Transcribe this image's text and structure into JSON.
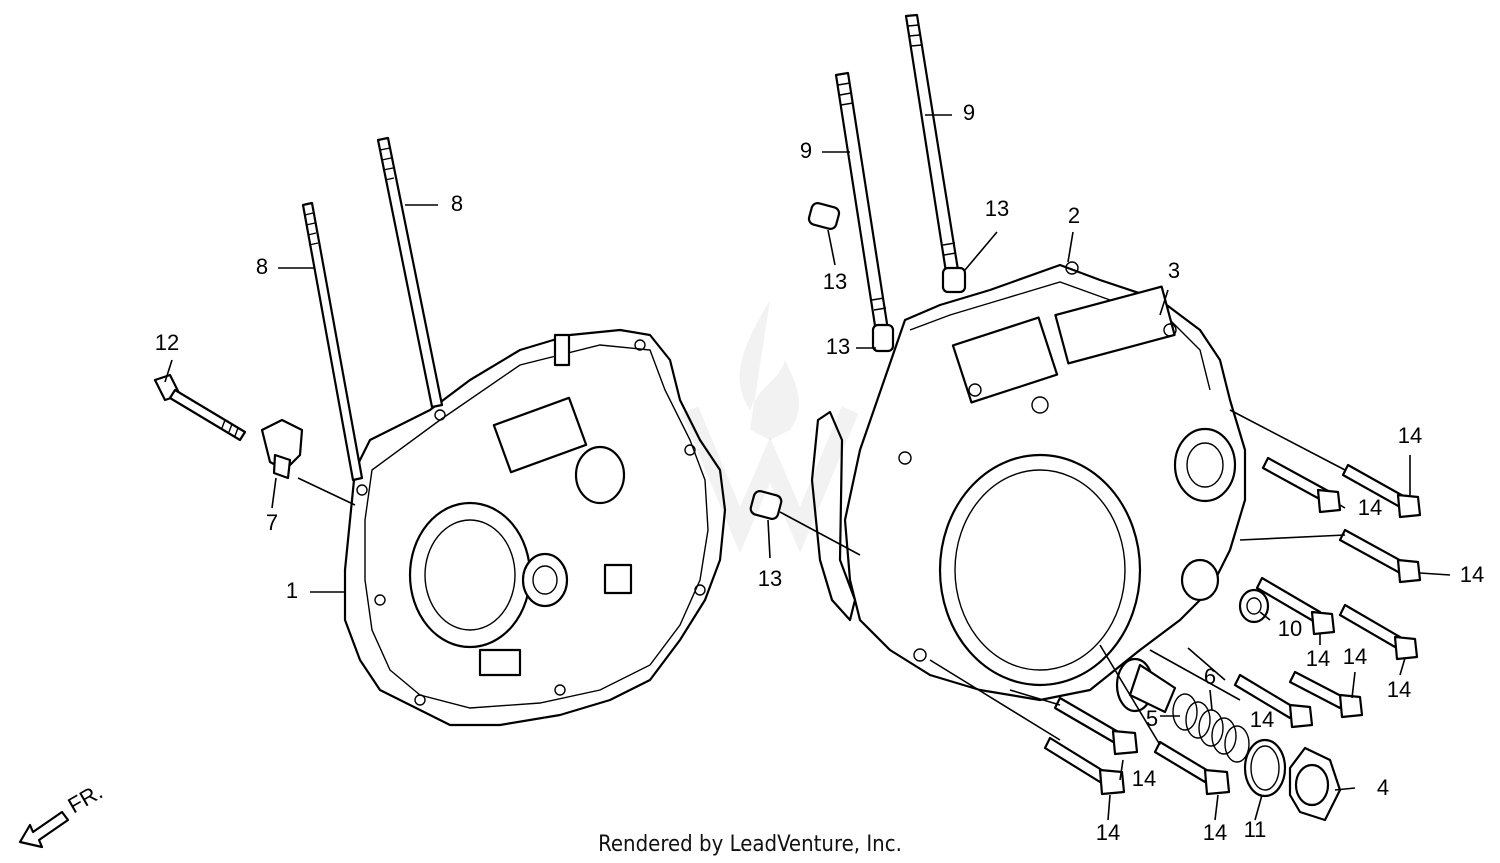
{
  "footer": "Rendered by LeadVenture, Inc.",
  "front_marker": "FR.",
  "callouts": [
    {
      "id": "c12",
      "text": "12"
    },
    {
      "id": "c8a",
      "text": "8"
    },
    {
      "id": "c8b",
      "text": "8"
    },
    {
      "id": "c7",
      "text": "7"
    },
    {
      "id": "c1",
      "text": "1"
    },
    {
      "id": "c9a",
      "text": "9"
    },
    {
      "id": "c9b",
      "text": "9"
    },
    {
      "id": "c13a",
      "text": "13"
    },
    {
      "id": "c13b",
      "text": "13"
    },
    {
      "id": "c13c",
      "text": "13"
    },
    {
      "id": "c13d",
      "text": "13"
    },
    {
      "id": "c2",
      "text": "2"
    },
    {
      "id": "c3",
      "text": "3"
    },
    {
      "id": "c14a",
      "text": "14"
    },
    {
      "id": "c14b",
      "text": "14"
    },
    {
      "id": "c14c",
      "text": "14"
    },
    {
      "id": "c10",
      "text": "10"
    },
    {
      "id": "c14d",
      "text": "14"
    },
    {
      "id": "c14e",
      "text": "14"
    },
    {
      "id": "c14f",
      "text": "14"
    },
    {
      "id": "c6",
      "text": "6"
    },
    {
      "id": "c5",
      "text": "5"
    },
    {
      "id": "c14g",
      "text": "14"
    },
    {
      "id": "c4",
      "text": "4"
    },
    {
      "id": "c14h",
      "text": "14"
    },
    {
      "id": "c14i",
      "text": "14"
    },
    {
      "id": "c14j",
      "text": "14"
    },
    {
      "id": "c11",
      "text": "11"
    }
  ]
}
